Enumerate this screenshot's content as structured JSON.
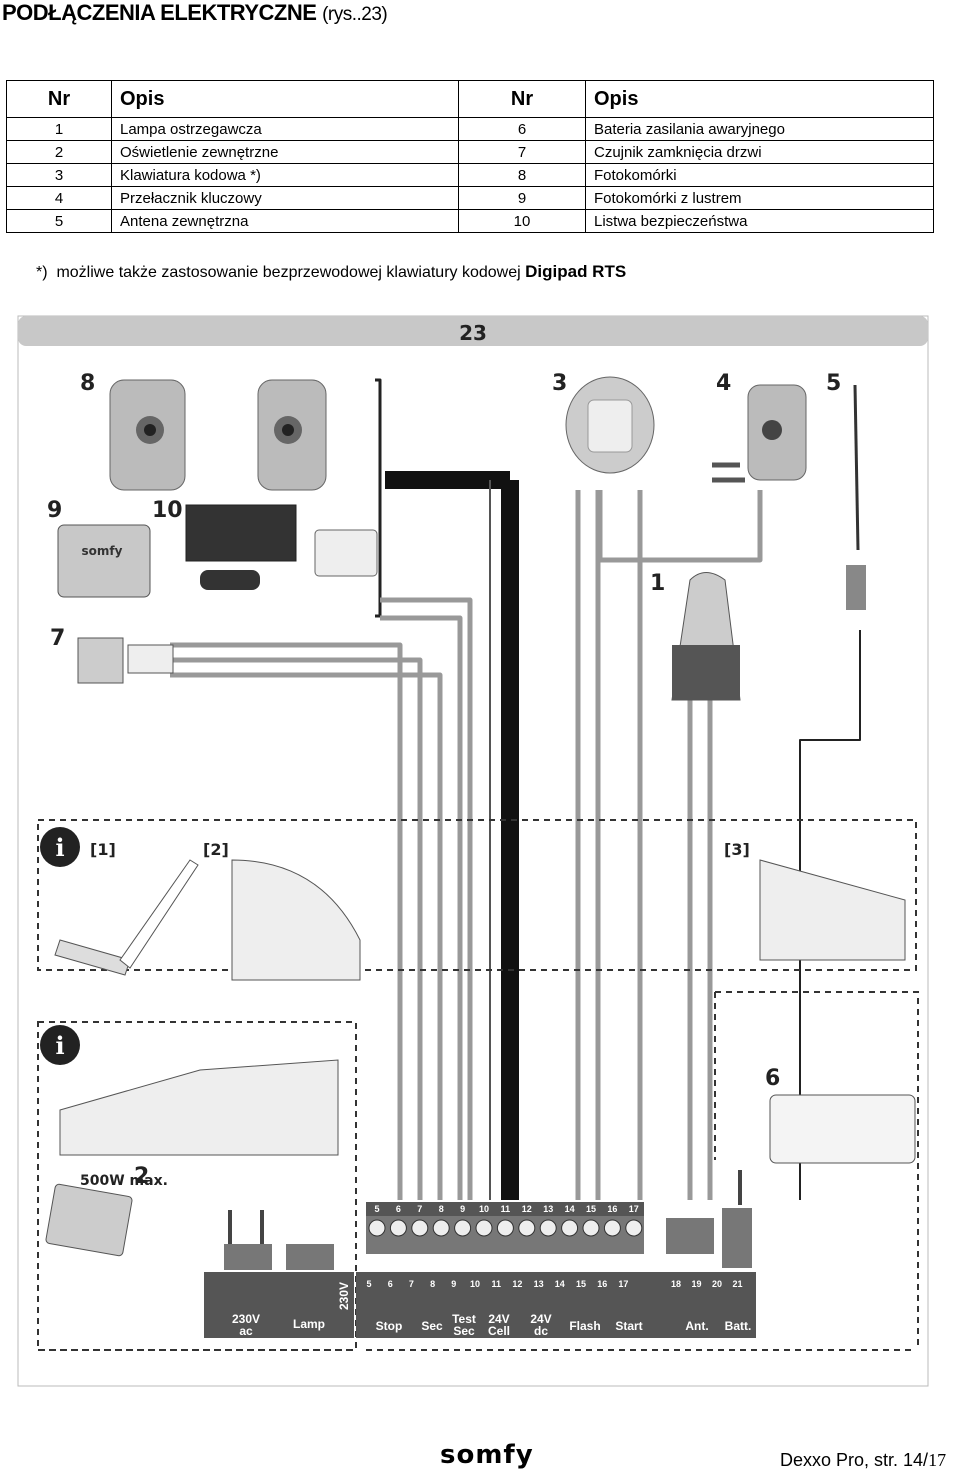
{
  "header": {
    "title": "PODŁĄCZENIA ELEKTRYCZNE",
    "subtitle": "(rys..23)"
  },
  "legend": {
    "headers": [
      "Nr",
      "Opis",
      "Nr",
      "Opis"
    ],
    "rows": [
      {
        "nr1": "1",
        "opis1": "Lampa ostrzegawcza",
        "nr2": "6",
        "opis2": "Bateria zasilania awaryjnego"
      },
      {
        "nr1": "2",
        "opis1": "Oświetlenie zewnętrzne",
        "nr2": "7",
        "opis2": "Czujnik zamknięcia drzwi"
      },
      {
        "nr1": "3",
        "opis1": "Klawiatura kodowa *)",
        "nr2": "8",
        "opis2": "Fotokomórki"
      },
      {
        "nr1": "4",
        "opis1": "Przełacznik kluczowy",
        "nr2": "9",
        "opis2": "Fotokomórki z lustrem"
      },
      {
        "nr1": "5",
        "opis1": "Antena zewnętrzna",
        "nr2": "10",
        "opis2": "Listwa bezpieczeństwa"
      }
    ]
  },
  "note": {
    "marker": "*)",
    "text": "możliwe także zastosowanie bezprzewodowej klawiatury kodowej",
    "product": "Digipad RTS"
  },
  "diagram": {
    "figure_number": "23",
    "item_labels": [
      "8",
      "3",
      "4",
      "5",
      "9",
      "10",
      "1",
      "7",
      "6",
      "2"
    ],
    "info_labels": [
      "[1]",
      "[2]",
      "[3]"
    ],
    "lamp_rating": "500W max.",
    "power_label": "230V",
    "terminal_numbers_top": [
      "5",
      "6",
      "7",
      "8",
      "9",
      "10",
      "11",
      "12",
      "13",
      "14",
      "15",
      "16",
      "17"
    ],
    "terminal_numbers_bottom": [
      "5",
      "6",
      "7",
      "8",
      "9",
      "10",
      "11",
      "12",
      "13",
      "14",
      "15",
      "16",
      "17",
      "18",
      "19",
      "20",
      "21"
    ],
    "groups": {
      "mains": [
        "230V",
        "ac"
      ],
      "lamp": "Lamp",
      "stop": "Stop",
      "sec": "Sec",
      "test": [
        "Test",
        "Sec"
      ],
      "cell": [
        "24V",
        "Cell"
      ],
      "dc": [
        "24V",
        "dc"
      ],
      "flash": "Flash",
      "start": "Start",
      "ant": "Ant.",
      "batt": "Batt."
    }
  },
  "footer": {
    "brand": "somfy",
    "page_label": "Dexxo Pro, str. 14/",
    "page_total": "17"
  }
}
